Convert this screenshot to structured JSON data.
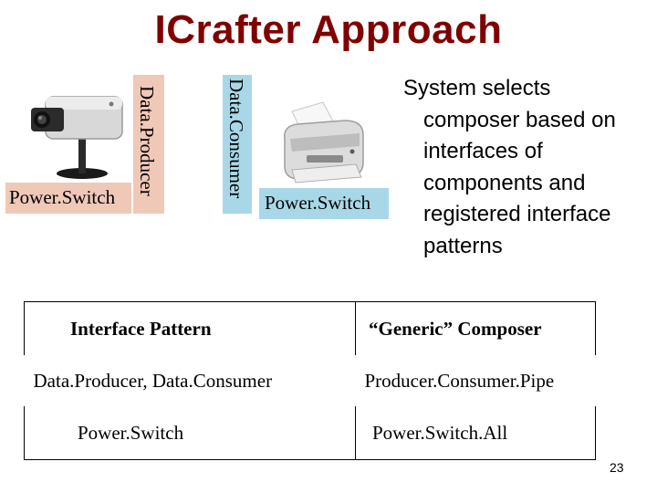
{
  "slide": {
    "title": "ICrafter Approach",
    "page_number": "23",
    "title_color": "#800000"
  },
  "diagram": {
    "left_device": {
      "icon": "network-camera-icon",
      "interface_label": "Power.Switch",
      "role_label": "Data.Producer"
    },
    "right_device": {
      "icon": "inkjet-printer-icon",
      "interface_label": "Power.Switch",
      "role_label": "Data.Consumer"
    }
  },
  "description": {
    "lines": [
      "System selects",
      "composer based on",
      "interfaces of",
      "components and",
      "registered interface",
      "patterns"
    ]
  },
  "table": {
    "headers": [
      "Interface Pattern",
      "“Generic” Composer"
    ],
    "rows": [
      [
        "Data.Producer, Data.Consumer",
        "Producer.Consumer.Pipe"
      ],
      [
        "Power.Switch",
        "Power.Switch.All"
      ]
    ]
  }
}
